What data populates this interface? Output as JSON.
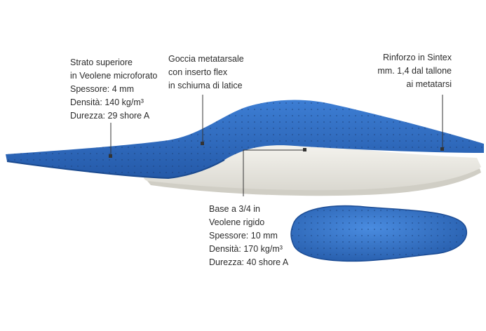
{
  "annotations": {
    "top_layer": {
      "lines": [
        "Strato superiore",
        "in Veolene microforato",
        "Spessore: 4 mm",
        "Densità: 140 kg/m³",
        "Durezza: 29 shore A"
      ]
    },
    "metatarsal_dome": {
      "lines": [
        "Goccia metatarsale",
        "con inserto flex",
        "in schiuma di latice"
      ]
    },
    "reinforcement": {
      "lines": [
        "Rinforzo in Sintex",
        "mm. 1,4 dal tallone",
        "ai metatarsi"
      ]
    },
    "base": {
      "lines": [
        "Base a 3/4 in",
        "Veolene rigido",
        "Spessore: 10 mm",
        "Densità: 170 kg/m³",
        "Durezza: 40 shore A"
      ]
    }
  },
  "colors": {
    "top_layer": "#2f6fc4",
    "top_layer_dark": "#1f55a0",
    "base_layer": "#eeede8",
    "base_shadow": "#d6d4cc"
  }
}
